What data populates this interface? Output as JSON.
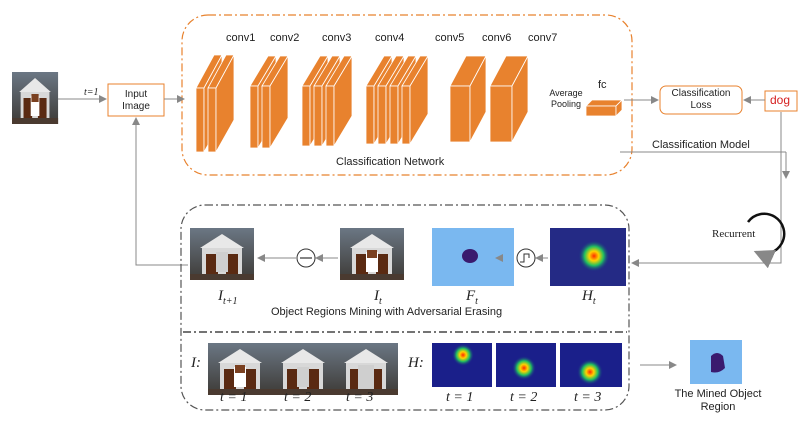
{
  "labels": {
    "t_eq_1": "t=1",
    "input_image": "Input Image",
    "conv_layers": [
      "conv1",
      "conv2",
      "conv3",
      "conv4",
      "conv5",
      "conv6",
      "conv7"
    ],
    "average_pooling": "Average Pooling",
    "fc": "fc",
    "classification_loss": "Classification Loss",
    "class_label": "dog",
    "classification_network": "Classification Network",
    "classification_model": "Classification Model",
    "recurrent": "Recurrent",
    "mining_title": "Object Regions Mining with Adversarial Erasing",
    "I_next": "I",
    "I_next_sub": "t+1",
    "I_t": "I",
    "I_t_sub": "t",
    "F_t": "F",
    "F_t_sub": "t",
    "H_t": "H",
    "H_t_sub": "t",
    "I_row": "I:",
    "H_row": "H:",
    "step_labels": [
      "t = 1",
      "t = 2",
      "t = 3"
    ],
    "mined_region": "The Mined Object Region"
  },
  "colors": {
    "orange": "#e8822e",
    "orange_dark": "#b8561a",
    "dashed_gray": "#555555",
    "arrow_gray": "#888888",
    "red_label": "#d62020",
    "mask_bg": "#7ab8f0",
    "mask_blob": "#3a1a6e",
    "heatmap_bg": "#1a1f8a"
  }
}
